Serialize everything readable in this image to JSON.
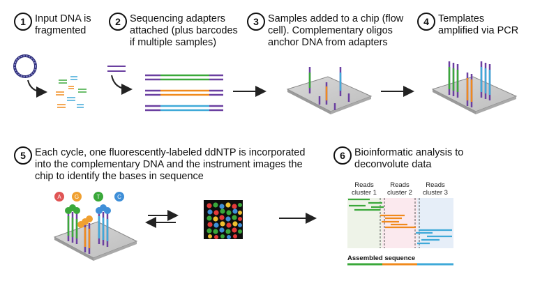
{
  "steps": [
    {
      "number": "1",
      "text": "Input DNA is\nfragmented"
    },
    {
      "number": "2",
      "text": "Sequencing adapters\nattached (plus barcodes\nif multiple samples)"
    },
    {
      "number": "3",
      "text": "Samples added to a chip (flow\ncell). Complementary oligos\nanchor DNA from adapters"
    },
    {
      "number": "4",
      "text": "Templates\namplified via PCR"
    },
    {
      "number": "5",
      "text": "Each cycle, one fluorescently-labeled ddNTP is incorporated\ninto the complementary DNA and the instrument images the\nchip to identify the bases in sequence"
    },
    {
      "number": "6",
      "text": "Bioinformatic analysis to\ndeconvolute data"
    }
  ],
  "nucleotides": [
    {
      "letter": "A",
      "color": "#e05555"
    },
    {
      "letter": "G",
      "color": "#f0a030"
    },
    {
      "letter": "T",
      "color": "#3aa83a"
    },
    {
      "letter": "C",
      "color": "#3f8fd8"
    }
  ],
  "clusters": [
    {
      "line1": "Reads",
      "line2": "cluster 1"
    },
    {
      "line1": "Reads",
      "line2": "cluster 2"
    },
    {
      "line1": "Reads",
      "line2": "cluster 3"
    }
  ],
  "assembled_label": "Assembled sequence",
  "colors": {
    "green": "#3aa83a",
    "orange": "#f08a1c",
    "blue": "#3fa9d8",
    "purple": "#6a3fa0"
  }
}
